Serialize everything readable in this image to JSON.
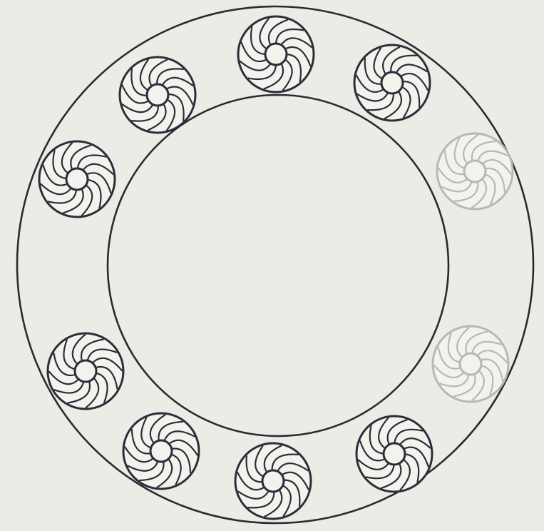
{
  "diagram": {
    "ring_color": "#2b2a30",
    "paper_color": "#ecece6",
    "rosette": {
      "count": 10,
      "petals_per_rosette": 12,
      "icon": "swirl-rosette-icon",
      "dark_color": "#2f2b38",
      "faded_color": "#b9b7b2"
    },
    "rosettes": [
      {
        "id": "rosette-top",
        "shade": "dark"
      },
      {
        "id": "rosette-top-right",
        "shade": "dark"
      },
      {
        "id": "rosette-right-upper",
        "shade": "faded"
      },
      {
        "id": "rosette-right-lower",
        "shade": "faded"
      },
      {
        "id": "rosette-bottom-right",
        "shade": "dark"
      },
      {
        "id": "rosette-bottom",
        "shade": "dark"
      },
      {
        "id": "rosette-bottom-left",
        "shade": "dark"
      },
      {
        "id": "rosette-left-lower",
        "shade": "dark"
      },
      {
        "id": "rosette-left-upper",
        "shade": "dark"
      },
      {
        "id": "rosette-top-left",
        "shade": "dark"
      }
    ]
  }
}
